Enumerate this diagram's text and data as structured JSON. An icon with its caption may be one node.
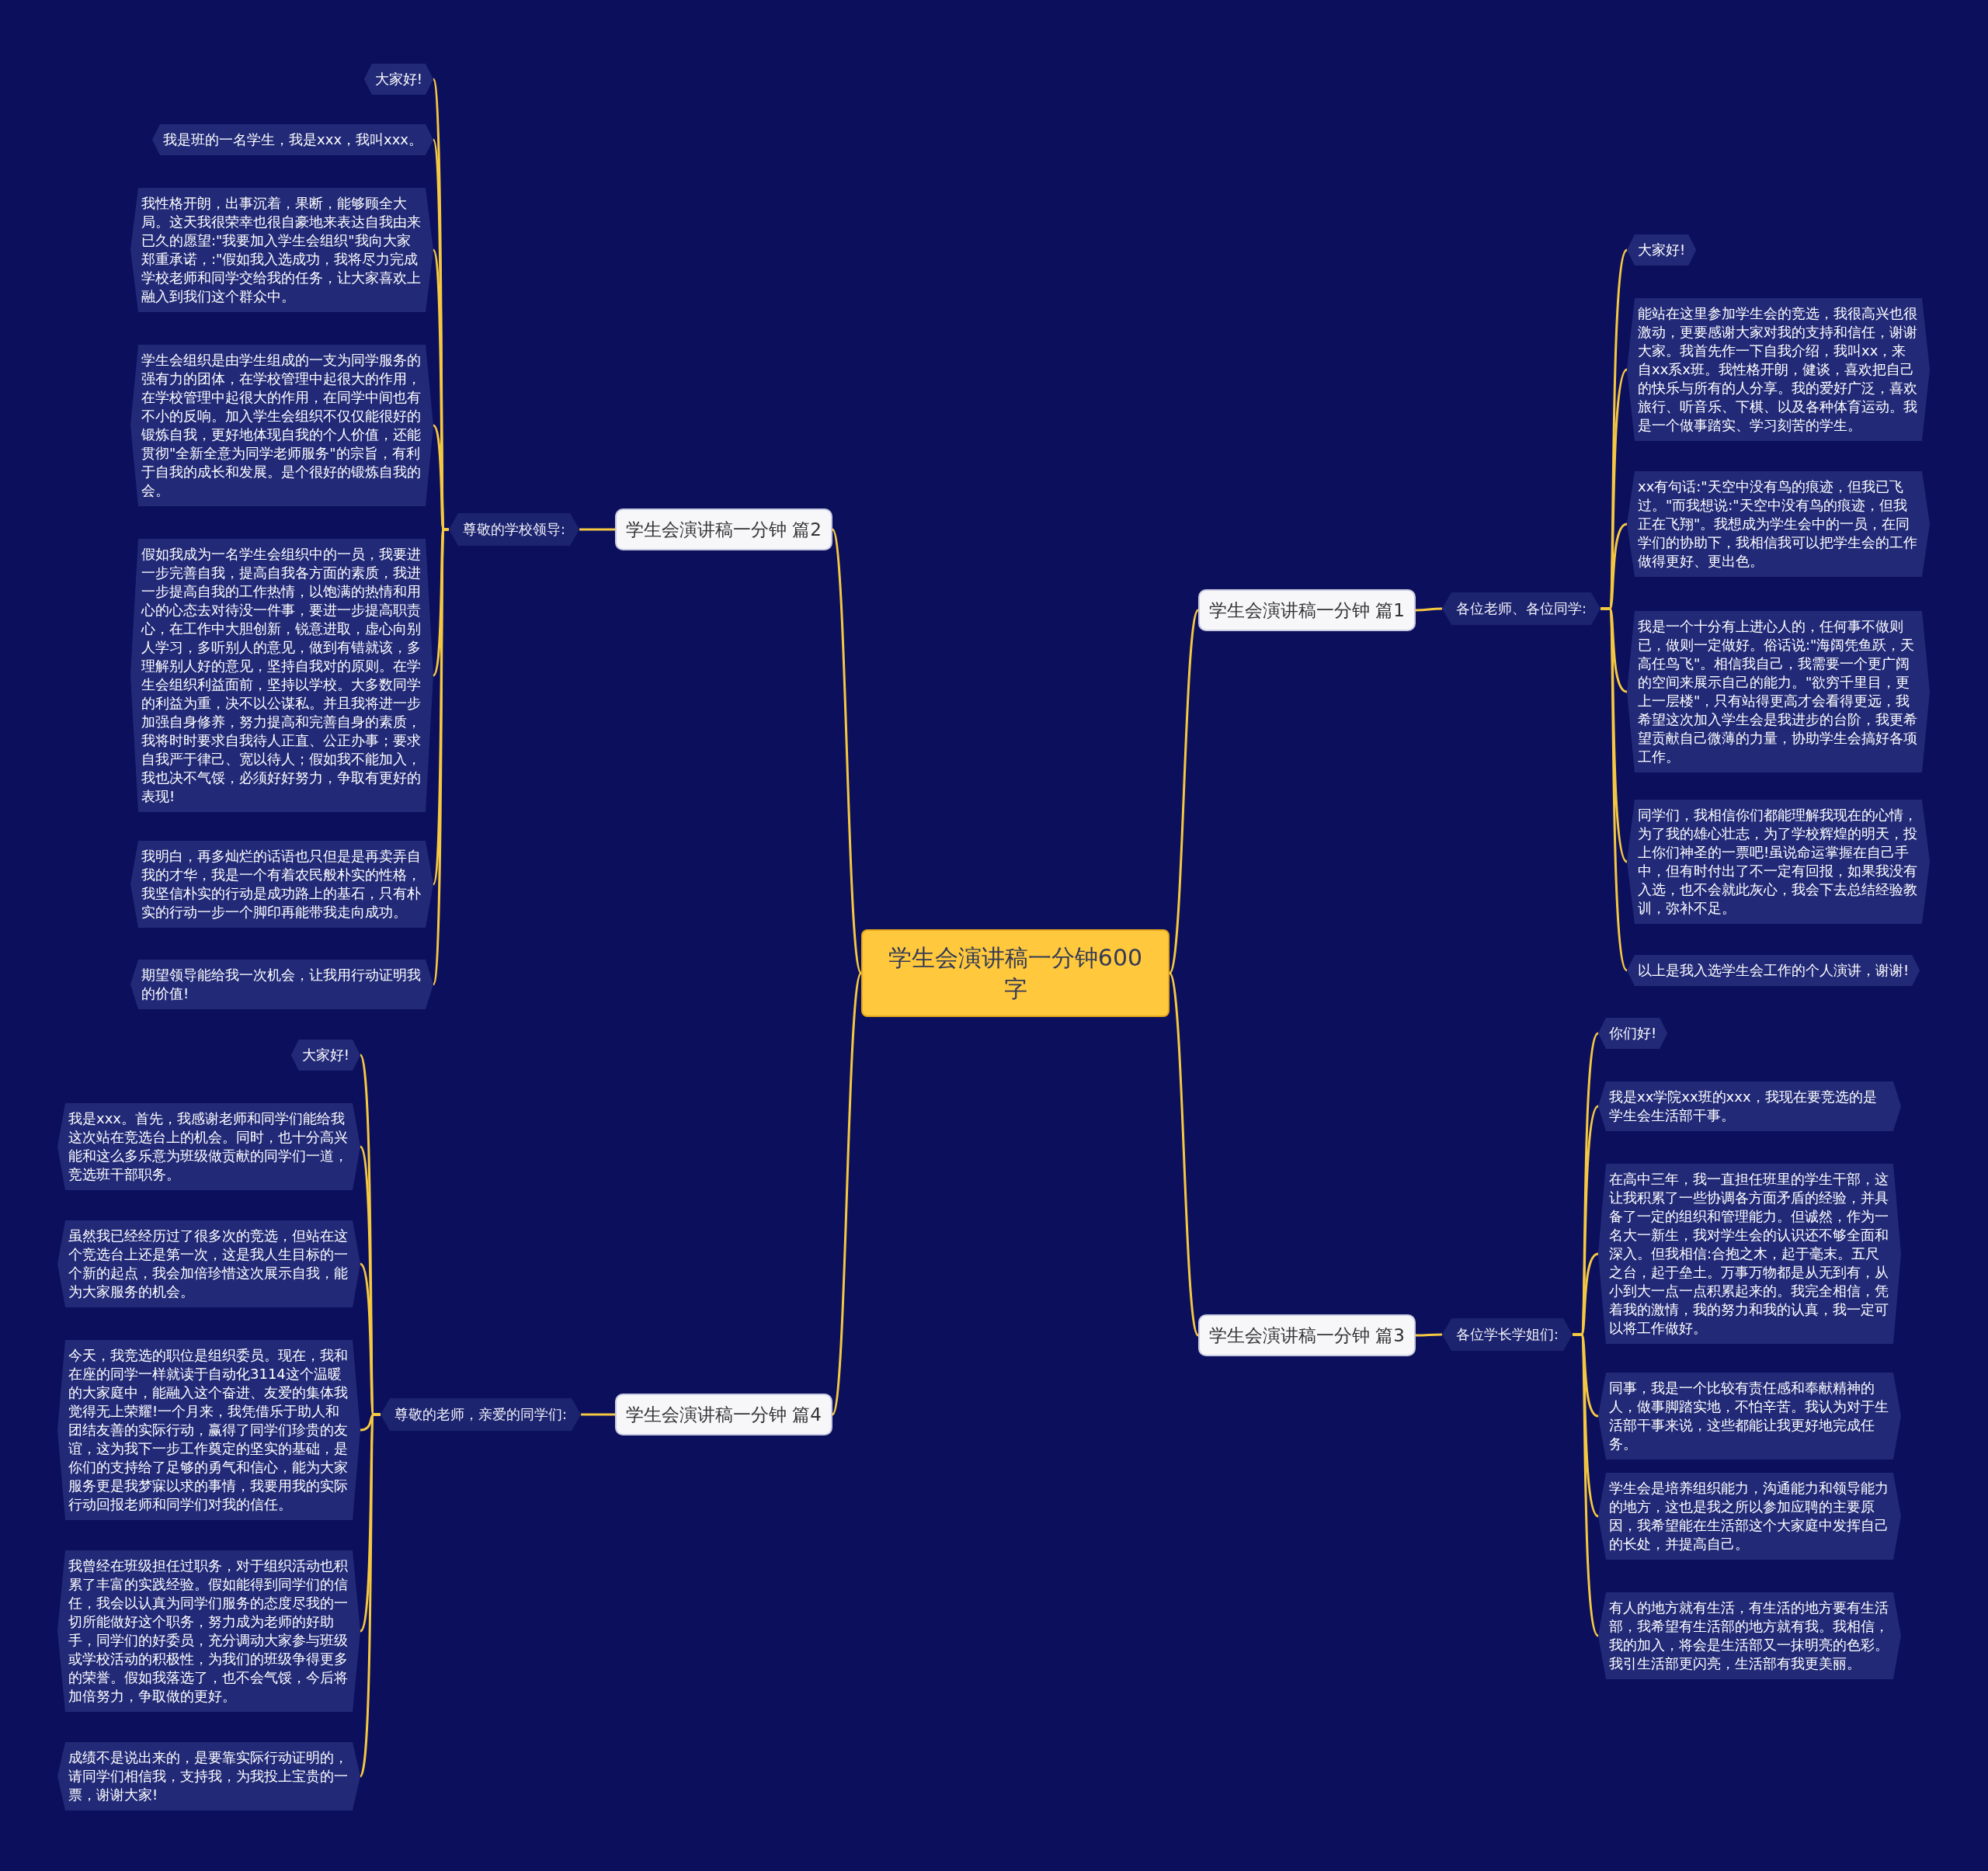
{
  "diagram": {
    "nodes": [
      {
        "text": [
          "学生会演讲稿一分钟600字"
        ]
      },
      {
        "text": [
          "学生会演讲稿一分钟 篇1"
        ]
      },
      {
        "text": [
          "各位老师、各位同学:"
        ]
      },
      {
        "text": [
          "大家好!"
        ]
      },
      {
        "text": [
          "能站在这里参加学生会的竞选，我很高兴也很激动，更要感谢大家对我的支持和信任，谢谢大家。我首先作一下自我介绍，我叫xx，来自xx系x班。我性格开朗，健谈，喜欢把自己的快乐与所有的人分享。我的爱好广泛，喜欢旅行、听音乐、下棋、以及各种体育运动。我是一个做事踏实、学习刻苦的学生。"
        ]
      },
      {
        "text": [
          "xx有句话:\"天空中没有鸟的痕迹，但我已飞过。\"而我想说:\"天空中没有鸟的痕迹，但我正在飞翔\"。我想成为学生会中的一员，在同学们的协助下，我相信我可以把学生会的工作做得更好、更出色。"
        ]
      },
      {
        "text": [
          "我是一个十分有上进心人的，任何事不做则已，做则一定做好。俗话说:\"海阔凭鱼跃，天高任鸟飞\"。相信我自己，我需要一个更广阔的空间来展示自己的能力。\"欲穷千里目，更上一层楼\"，只有站得更高才会看得更远，我希望这次加入学生会是我进步的台阶，我更希望贡献自己微薄的力量，协助学生会搞好各项工作。"
        ]
      },
      {
        "text": [
          "同学们，我相信你们都能理解我现在的心情，为了我的雄心壮志，为了学校辉煌的明天，投上你们神圣的一票吧!虽说命运掌握在自己手中，但有时付出了不一定有回报，如果我没有入选，也不会就此灰心，我会下去总结经验教训，弥补不足。"
        ]
      },
      {
        "text": [
          "以上是我入选学生会工作的个人演讲，谢谢!"
        ]
      },
      {
        "text": [
          "学生会演讲稿一分钟 篇3"
        ]
      },
      {
        "text": [
          "各位学长学姐们:"
        ]
      },
      {
        "text": [
          "你们好!"
        ]
      },
      {
        "text": [
          "我是xx学院xx班的xxx，我现在要竞选的是学生会生活部干事。"
        ]
      },
      {
        "text": [
          "在高中三年，我一直担任班里的学生干部，这让我积累了一些协调各方面矛盾的经验，并具备了一定的组织和管理能力。但诚然，作为一名大一新生，我对学生会的认识还不够全面和深入。但我相信:合抱之木，起于毫末。五尺之台，起于垒土。万事万物都是从无到有，从小到大一点一点积累起来的。我完全相信，凭着我的激情，我的努力和我的认真，我一定可以将工作做好。"
        ]
      },
      {
        "text": [
          "同事，我是一个比较有责任感和奉献精神的人，做事脚踏实地，不怕辛苦。我认为对于生活部干事来说，这些都能让我更好地完成任务。"
        ]
      },
      {
        "text": [
          "学生会是培养组织能力，沟通能力和领导能力的地方，这也是我之所以参加应聘的主要原因，我希望能在生活部这个大家庭中发挥自己的长处，并提高自己。"
        ]
      },
      {
        "text": [
          "有人的地方就有生活，有生活的地方要有生活部，我希望有生活部的地方就有我。我相信，我的加入，将会是生活部又一抹明亮的色彩。我引生活部更闪亮，生活部有我更美丽。"
        ]
      },
      {
        "text": [
          "学生会演讲稿一分钟 篇2"
        ]
      },
      {
        "text": [
          "尊敬的学校领导:"
        ]
      },
      {
        "text": [
          "大家好!"
        ]
      },
      {
        "text": [
          "我是班的一名学生，我是xxx，我叫xxx。"
        ]
      },
      {
        "text": [
          "我性格开朗，出事沉着，果断，能够顾全大局。这天我很荣幸也很自豪地来表达自我由来已久的愿望:\"我要加入学生会组织\"我向大家郑重承诺，:\"假如我入选成功，我将尽力完成学校老师和同学交给我的任务，让大家喜欢上融入到我们这个群众中。"
        ]
      },
      {
        "text": [
          "学生会组织是由学生组成的一支为同学服务的强有力的团体，在学校管理中起很大的作用，在学校管理中起很大的作用，在同学中间也有不小的反响。加入学生会组织不仅仅能很好的锻炼自我，更好地体现自我的个人价值，还能贯彻\"全新全意为同学老师服务\"的宗旨，有利于自我的成长和发展。是个很好的锻炼自我的会。"
        ]
      },
      {
        "text": [
          "假如我成为一名学生会组织中的一员，我要进一步完善自我，提高自我各方面的素质，我进一步提高自我的工作热情，以饱满的热情和用心的心态去对待没一件事，要进一步提高职责心，在工作中大胆创新，锐意进取，虚心向别人学习，多听别人的意见，做到有错就该，多理解别人好的意见，坚持自我对的原则。在学生会组织利益面前，坚持以学校。大多数同学的利益为重，决不以公谋私。并且我将进一步加强自身修养，努力提高和完善自身的素质，我将时时要求自我待人正直、公正办事；要求自我严于律己、宽以待人；假如我不能加入，我也决不气馁，必须好好努力，争取有更好的表现!"
        ]
      },
      {
        "text": [
          "我明白，再多灿烂的话语也只但是是再卖弄自我的才华，我是一个有着农民般朴实的性格，我坚信朴实的行动是成功路上的基石，只有朴实的行动一步一个脚印再能带我走向成功。"
        ]
      },
      {
        "text": [
          "期望领导能给我一次机会，让我用行动证明我的价值!"
        ]
      },
      {
        "text": [
          "学生会演讲稿一分钟 篇4"
        ]
      },
      {
        "text": [
          "尊敬的老师，亲爱的同学们:"
        ]
      },
      {
        "text": [
          "大家好!"
        ]
      },
      {
        "text": [
          "我是xxx。首先，我感谢老师和同学们能给我这次站在竞选台上的机会。同时，也十分高兴能和这么多乐意为班级做贡献的同学们一道，竞选班干部职务。"
        ]
      },
      {
        "text": [
          "虽然我已经经历过了很多次的竞选，但站在这个竞选台上还是第一次，这是我人生目标的一个新的起点，我会加倍珍惜这次展示自我，能为大家服务的机会。"
        ]
      },
      {
        "text": [
          "今天，我竞选的职位是组织委员。现在，我和在座的同学一样就读于自动化3114这个温暖的大家庭中，能融入这个奋进、友爱的集体我觉得无上荣耀!一个月来，我凭借乐于助人和团结友善的实际行动，赢得了同学们珍贵的友谊，这为我下一步工作奠定的坚实的基础，是你们的支持给了足够的勇气和信心，能为大家服务更是我梦寐以求的事情，我要用我的实际行动回报老师和同学们对我的信任。"
        ]
      },
      {
        "text": [
          "我曾经在班级担任过职务，对于组织活动也积累了丰富的实践经验。假如能得到同学们的信任，我会以认真为同学们服务的态度尽我的一切所能做好这个职务，努力成为老师的好助手，同学们的好委员，充分调动大家参与班级或学校活动的积极性，为我们的班级争得更多的荣誉。假如我落选了，也不会气馁，今后将加倍努力，争取做的更好。"
        ]
      },
      {
        "text": [
          "成绩不是说出来的，是要靠实际行动证明的，请同学们相信我，支持我，为我投上宝贵的一票，谢谢大家!"
        ]
      }
    ],
    "edges": [
      {
        "from": 0,
        "to": 1,
        "arrow": "none"
      },
      {
        "from": 0,
        "to": 9,
        "arrow": "none"
      },
      {
        "from": 0,
        "to": 17,
        "arrow": "none"
      },
      {
        "from": 0,
        "to": 26,
        "arrow": "none"
      },
      {
        "from": 1,
        "to": 2,
        "arrow": "none"
      },
      {
        "from": 9,
        "to": 10,
        "arrow": "none"
      },
      {
        "from": 17,
        "to": 18,
        "arrow": "none"
      },
      {
        "from": 26,
        "to": 27,
        "arrow": "none"
      },
      {
        "from": 2,
        "to": 3,
        "arrow": "none"
      },
      {
        "from": 2,
        "to": 4,
        "arrow": "none"
      },
      {
        "from": 2,
        "to": 5,
        "arrow": "none"
      },
      {
        "from": 2,
        "to": 6,
        "arrow": "none"
      },
      {
        "from": 2,
        "to": 7,
        "arrow": "none"
      },
      {
        "from": 2,
        "to": 8,
        "arrow": "none"
      },
      {
        "from": 10,
        "to": 11,
        "arrow": "none"
      },
      {
        "from": 10,
        "to": 12,
        "arrow": "none"
      },
      {
        "from": 10,
        "to": 13,
        "arrow": "none"
      },
      {
        "from": 10,
        "to": 14,
        "arrow": "none"
      },
      {
        "from": 10,
        "to": 15,
        "arrow": "none"
      },
      {
        "from": 10,
        "to": 16,
        "arrow": "none"
      },
      {
        "from": 18,
        "to": 19,
        "arrow": "none"
      },
      {
        "from": 18,
        "to": 20,
        "arrow": "none"
      },
      {
        "from": 18,
        "to": 21,
        "arrow": "none"
      },
      {
        "from": 18,
        "to": 22,
        "arrow": "none"
      },
      {
        "from": 18,
        "to": 23,
        "arrow": "none"
      },
      {
        "from": 18,
        "to": 24,
        "arrow": "none"
      },
      {
        "from": 18,
        "to": 25,
        "arrow": "none"
      },
      {
        "from": 27,
        "to": 28,
        "arrow": "none"
      },
      {
        "from": 27,
        "to": 29,
        "arrow": "none"
      },
      {
        "from": 27,
        "to": 30,
        "arrow": "none"
      },
      {
        "from": 27,
        "to": 31,
        "arrow": "none"
      },
      {
        "from": 27,
        "to": 32,
        "arrow": "none"
      },
      {
        "from": 27,
        "to": 33,
        "arrow": "none"
      }
    ]
  }
}
